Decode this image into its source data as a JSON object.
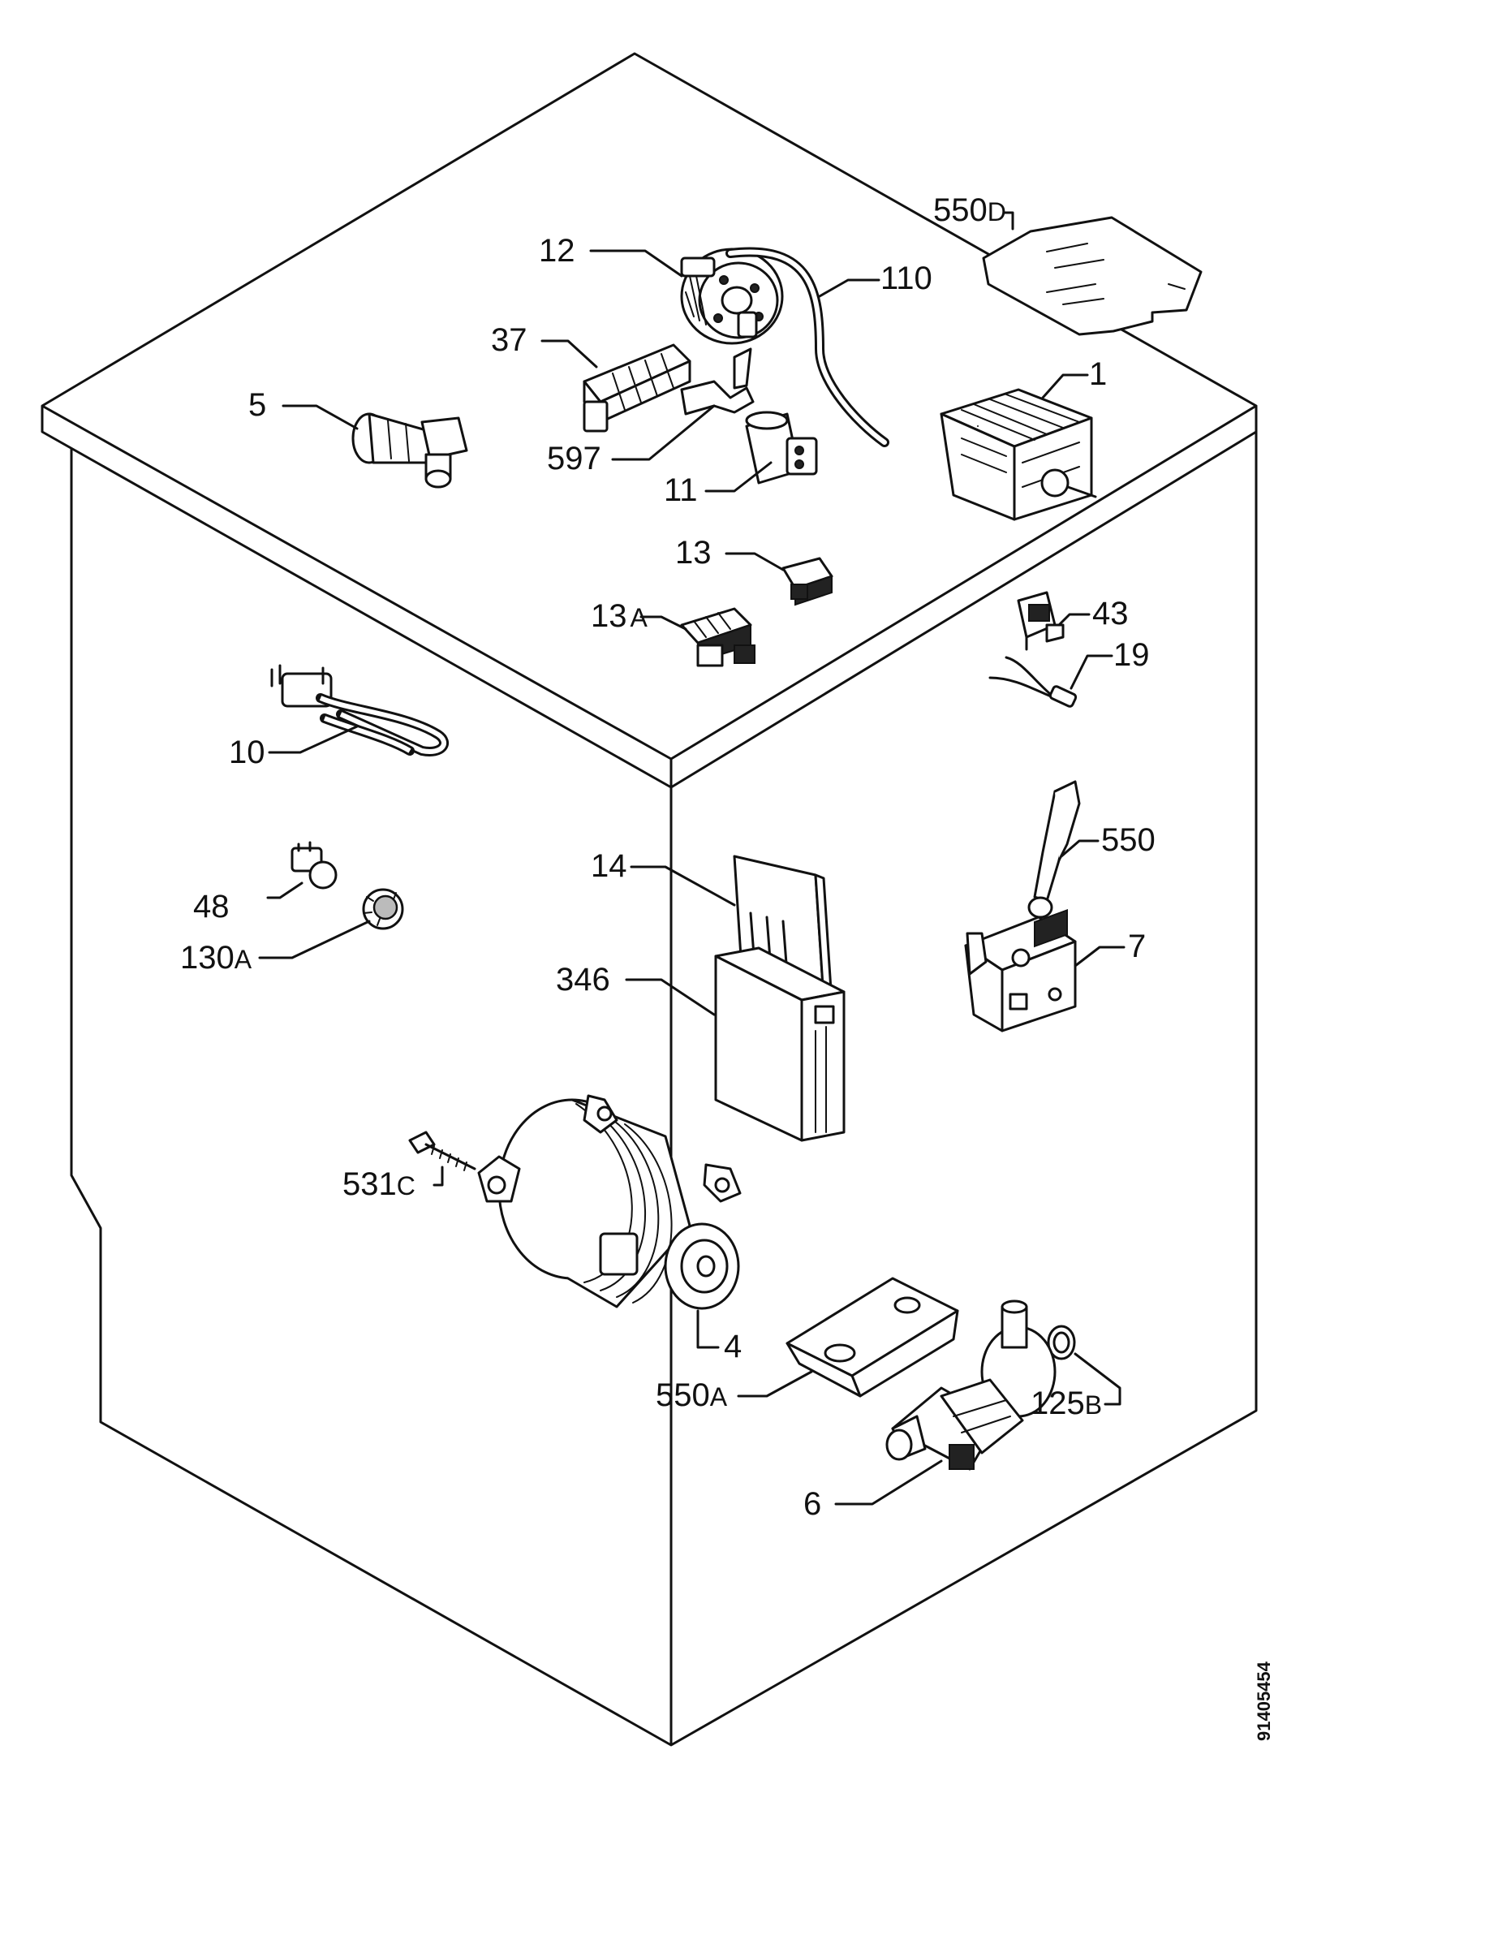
{
  "labels": {
    "l550d": {
      "num": "550",
      "suffix": "D"
    },
    "l12": {
      "num": "12"
    },
    "l110": {
      "num": "110"
    },
    "l37": {
      "num": "37"
    },
    "l5": {
      "num": "5"
    },
    "l597": {
      "num": "597"
    },
    "l1": {
      "num": "1"
    },
    "l11": {
      "num": "11"
    },
    "l13": {
      "num": "13"
    },
    "l13a": {
      "num": "13",
      "suffix": "A"
    },
    "l43": {
      "num": "43"
    },
    "l19": {
      "num": "19"
    },
    "l10": {
      "num": "10"
    },
    "l550": {
      "num": "550"
    },
    "l14": {
      "num": "14"
    },
    "l48": {
      "num": "48"
    },
    "l130a": {
      "num": "130",
      "suffix": "A"
    },
    "l7": {
      "num": "7"
    },
    "l346": {
      "num": "346"
    },
    "l531c": {
      "num": "531",
      "suffix": "C"
    },
    "l4": {
      "num": "4"
    },
    "l550a": {
      "num": "550",
      "suffix": "A"
    },
    "l125b": {
      "num": "125",
      "suffix": "B"
    },
    "l6": {
      "num": "6"
    }
  },
  "document_number": "91405454"
}
